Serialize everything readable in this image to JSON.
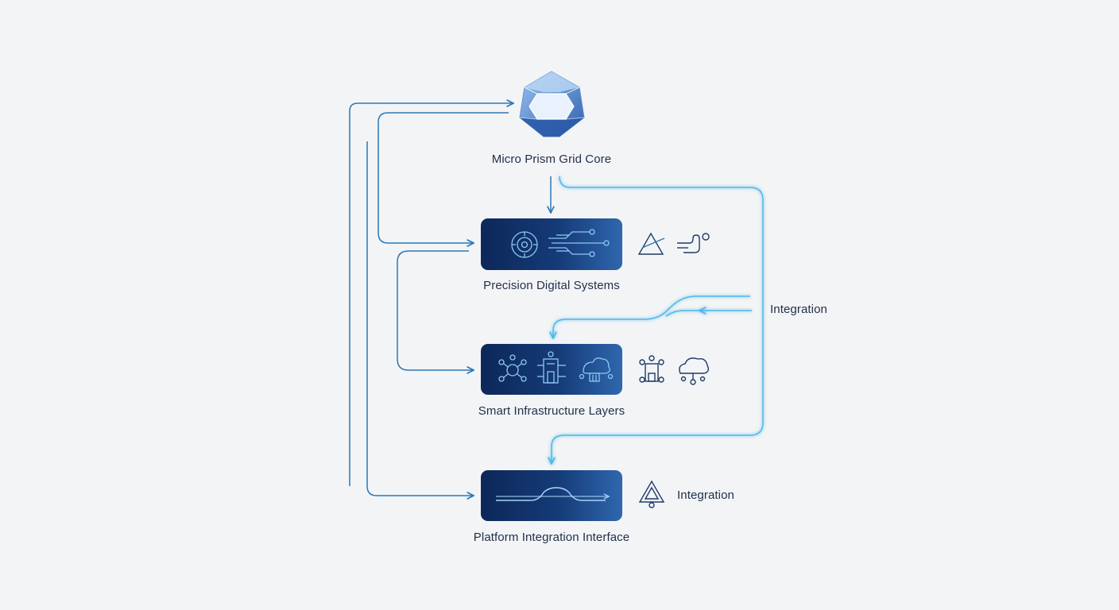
{
  "diagram": {
    "core": {
      "label": "Micro Prism Grid Core",
      "icon": "prism-hexagon-icon"
    },
    "nodes": [
      {
        "id": "precision",
        "label": "Precision Digital Systems",
        "inner_icons": [
          "gear-circuit-icon",
          "circuit-traces-icon"
        ],
        "side_icons": [
          "prism-triangle-icon",
          "light-ray-icon"
        ]
      },
      {
        "id": "infrastructure",
        "label": "Smart Infrastructure Layers",
        "inner_icons": [
          "network-node-icon",
          "building-network-icon",
          "cloud-grid-icon"
        ],
        "side_icons": [
          "building-node-icon",
          "cloud-node-icon"
        ]
      },
      {
        "id": "platform",
        "label": "Platform Integration Interface",
        "inner_icons": [
          "signal-curve-icon"
        ],
        "side_icons": [
          "triangle-node-icon"
        ]
      }
    ],
    "integration_labels": [
      "Integration",
      "Integration"
    ],
    "colors": {
      "node_dark": "#0e2a5c",
      "node_light": "#2d62a8",
      "connector": "#2a78b8",
      "glow_connector": "#4fb8e8",
      "text": "#1f2f4a",
      "background": "#f3f4f5"
    }
  }
}
